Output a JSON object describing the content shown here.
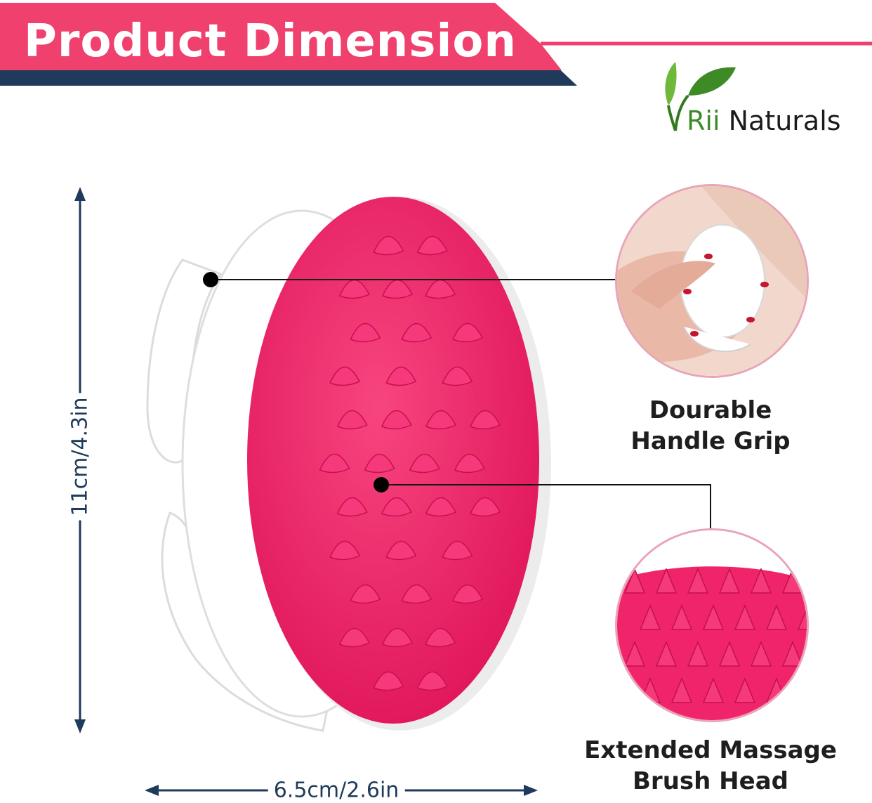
{
  "banner": {
    "title": "Product  Dimension"
  },
  "brand": {
    "name_part1": "Rii",
    "name_part2": " Naturals",
    "logo": "leaf-logo-icon"
  },
  "dimensions": {
    "height": "11cm/4.3in",
    "width": "6.5cm/2.6in"
  },
  "callouts": {
    "grip": {
      "line1": "Dourable",
      "line2": "Handle Grip"
    },
    "brush": {
      "line1": "Extended Massage",
      "line2": "Brush Head"
    }
  },
  "colors": {
    "accent": "#f0406e",
    "navy": "#1f3a5a",
    "leaf_green": "#3d8b27",
    "product_pink": "#f0246a"
  }
}
